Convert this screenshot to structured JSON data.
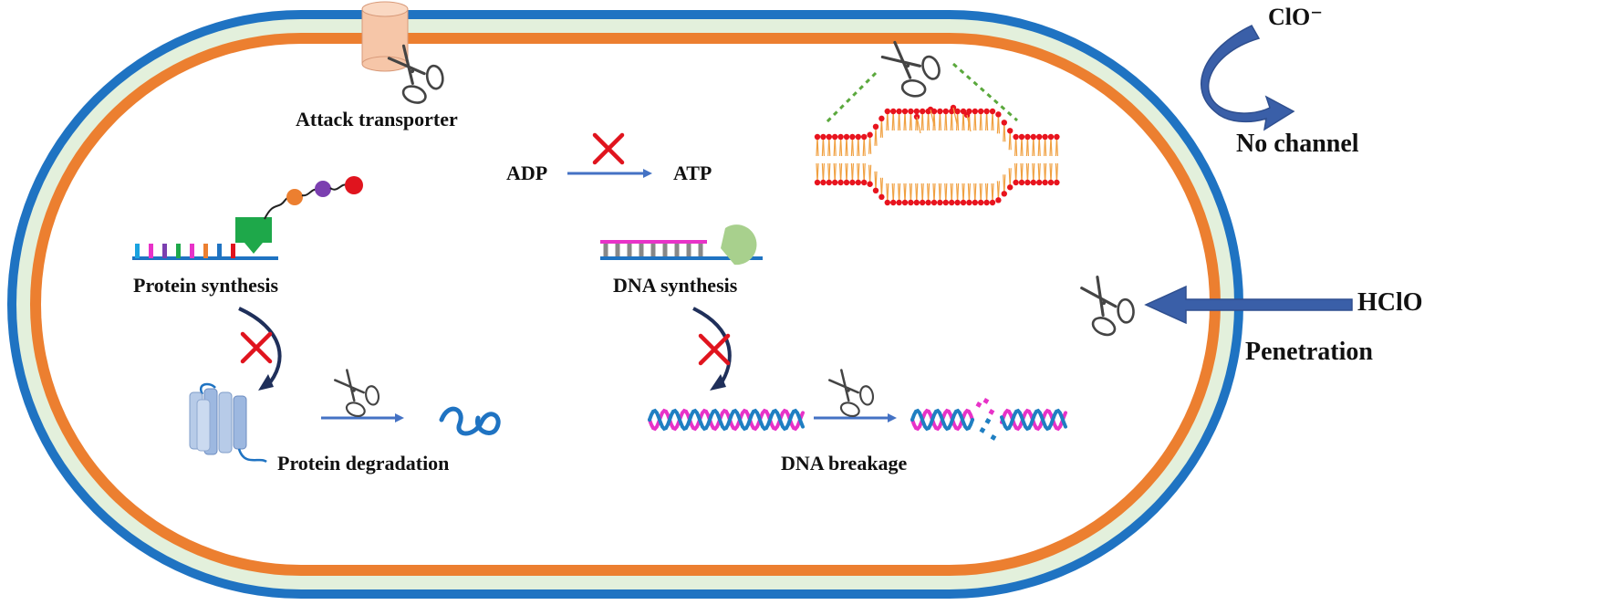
{
  "labels": {
    "attack_transporter": "Attack transporter",
    "adp": "ADP",
    "atp": "ATP",
    "protein_synthesis": "Protein synthesis",
    "dna_synthesis": "DNA synthesis",
    "protein_degradation": "Protein degradation",
    "dna_breakage": "DNA breakage",
    "clo": "ClO⁻",
    "no_channel": "No channel",
    "hclo": "HClO",
    "penetration": "Penetration"
  },
  "colors": {
    "outer_membrane": "#1f73c2",
    "periplasm": "#e3f0dc",
    "inner_membrane": "#ec7f30",
    "arrow_blue": "#4472c4",
    "arrow_dark": "#2f4f8f",
    "inhibit_x": "#e0141e",
    "lipid_head": "#e8141e",
    "lipid_tail": "#f0a040",
    "dna_magenta": "#e832c8",
    "dna_blue": "#1f7fc2",
    "polymerase": "#a8d08d",
    "ribosome": "#1ea84a",
    "transporter": "#f6c6a8"
  },
  "icons": [
    "scissors-icon",
    "inhibition-x-icon"
  ]
}
